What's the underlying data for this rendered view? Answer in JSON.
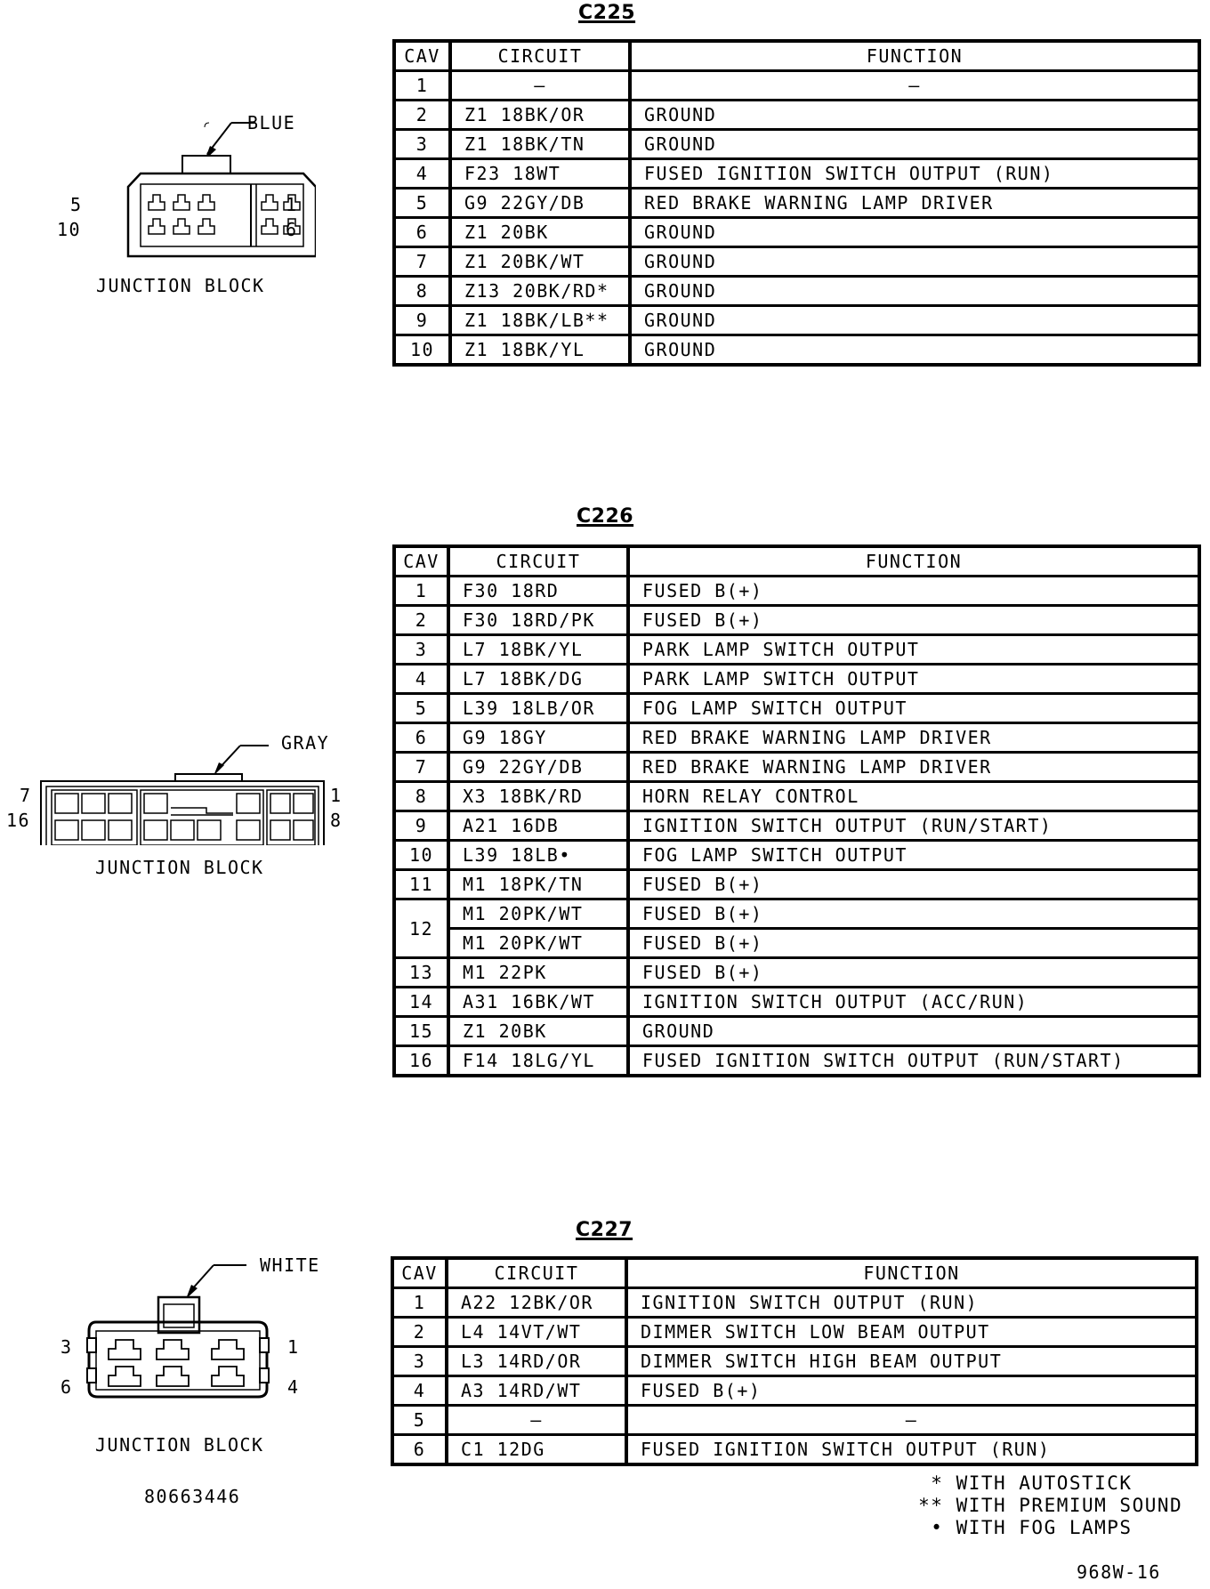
{
  "c225": {
    "title": "C225",
    "headers": [
      "CAV",
      "CIRCUIT",
      "FUNCTION"
    ],
    "color": "BLUE",
    "block": "JUNCTION BLOCK",
    "pins": {
      "tl": "5",
      "bl": "10",
      "tr": "1",
      "br": "6"
    },
    "rows": [
      {
        "cav": "1",
        "circuit": "–",
        "function": "–"
      },
      {
        "cav": "2",
        "circuit": "Z1  18BK/OR",
        "function": "GROUND"
      },
      {
        "cav": "3",
        "circuit": "Z1  18BK/TN",
        "function": "GROUND"
      },
      {
        "cav": "4",
        "circuit": "F23  18WT",
        "function": "FUSED IGNITION SWITCH OUTPUT (RUN)"
      },
      {
        "cav": "5",
        "circuit": "G9  22GY/DB",
        "function": "RED BRAKE WARNING LAMP DRIVER"
      },
      {
        "cav": "6",
        "circuit": "Z1  20BK",
        "function": "GROUND"
      },
      {
        "cav": "7",
        "circuit": "Z1  20BK/WT",
        "function": "GROUND"
      },
      {
        "cav": "8",
        "circuit": "Z13  20BK/RD*",
        "function": "GROUND"
      },
      {
        "cav": "9",
        "circuit": "Z1  18BK/LB**",
        "function": "GROUND"
      },
      {
        "cav": "10",
        "circuit": "Z1  18BK/YL",
        "function": "GROUND"
      }
    ]
  },
  "c226": {
    "title": "C226",
    "headers": [
      "CAV",
      "CIRCUIT",
      "FUNCTION"
    ],
    "color": "GRAY",
    "block": "JUNCTION BLOCK",
    "pins": {
      "tl": "7",
      "bl": "16",
      "tr": "1",
      "br": "8"
    },
    "rows": [
      {
        "cav": "1",
        "circuit": "F30  18RD",
        "function": "FUSED B(+)"
      },
      {
        "cav": "2",
        "circuit": "F30  18RD/PK",
        "function": "FUSED B(+)"
      },
      {
        "cav": "3",
        "circuit": "L7  18BK/YL",
        "function": "PARK LAMP SWITCH OUTPUT"
      },
      {
        "cav": "4",
        "circuit": "L7  18BK/DG",
        "function": "PARK LAMP SWITCH OUTPUT"
      },
      {
        "cav": "5",
        "circuit": "L39  18LB/OR",
        "function": "FOG LAMP SWITCH OUTPUT"
      },
      {
        "cav": "6",
        "circuit": "G9  18GY",
        "function": "RED BRAKE WARNING LAMP DRIVER"
      },
      {
        "cav": "7",
        "circuit": "G9  22GY/DB",
        "function": "RED BRAKE WARNING LAMP DRIVER"
      },
      {
        "cav": "8",
        "circuit": "X3  18BK/RD",
        "function": "HORN RELAY CONTROL"
      },
      {
        "cav": "9",
        "circuit": "A21  16DB",
        "function": "IGNITION SWITCH OUTPUT (RUN/START)"
      },
      {
        "cav": "10",
        "circuit": "L39  18LB•",
        "function": "FOG LAMP SWITCH OUTPUT"
      },
      {
        "cav": "11",
        "circuit": "M1  18PK/TN",
        "function": "FUSED B(+)"
      },
      {
        "cav": "12",
        "circuit": "M1  20PK/WT",
        "function": "FUSED B(+)"
      },
      {
        "cav": "",
        "circuit": "M1  20PK/WT",
        "function": "FUSED B(+)"
      },
      {
        "cav": "13",
        "circuit": "M1  22PK",
        "function": "FUSED B(+)"
      },
      {
        "cav": "14",
        "circuit": "A31  16BK/WT",
        "function": "IGNITION SWITCH OUTPUT (ACC/RUN)"
      },
      {
        "cav": "15",
        "circuit": "Z1  20BK",
        "function": "GROUND"
      },
      {
        "cav": "16",
        "circuit": "F14  18LG/YL",
        "function": "FUSED IGNITION SWITCH OUTPUT (RUN/START)"
      }
    ]
  },
  "c227": {
    "title": "C227",
    "headers": [
      "CAV",
      "CIRCUIT",
      "FUNCTION"
    ],
    "color": "WHITE",
    "block": "JUNCTION BLOCK",
    "pins": {
      "tl": "3",
      "bl": "6",
      "tr": "1",
      "br": "4"
    },
    "rows": [
      {
        "cav": "1",
        "circuit": "A22  12BK/OR",
        "function": "IGNITION SWITCH OUTPUT (RUN)"
      },
      {
        "cav": "2",
        "circuit": "L4  14VT/WT",
        "function": "DIMMER SWITCH LOW BEAM OUTPUT"
      },
      {
        "cav": "3",
        "circuit": "L3  14RD/OR",
        "function": "DIMMER SWITCH HIGH BEAM OUTPUT"
      },
      {
        "cav": "4",
        "circuit": "A3  14RD/WT",
        "function": "FUSED B(+)"
      },
      {
        "cav": "5",
        "circuit": "–",
        "function": "–"
      },
      {
        "cav": "6",
        "circuit": "C1  12DG",
        "function": "FUSED IGNITION SWITCH OUTPUT (RUN)"
      }
    ]
  },
  "part_number": "80663446",
  "notes": [
    "  * WITH AUTOSTICK",
    " ** WITH PREMIUM SOUND",
    "  • WITH FOG LAMPS"
  ],
  "figure_id": "968W-16"
}
